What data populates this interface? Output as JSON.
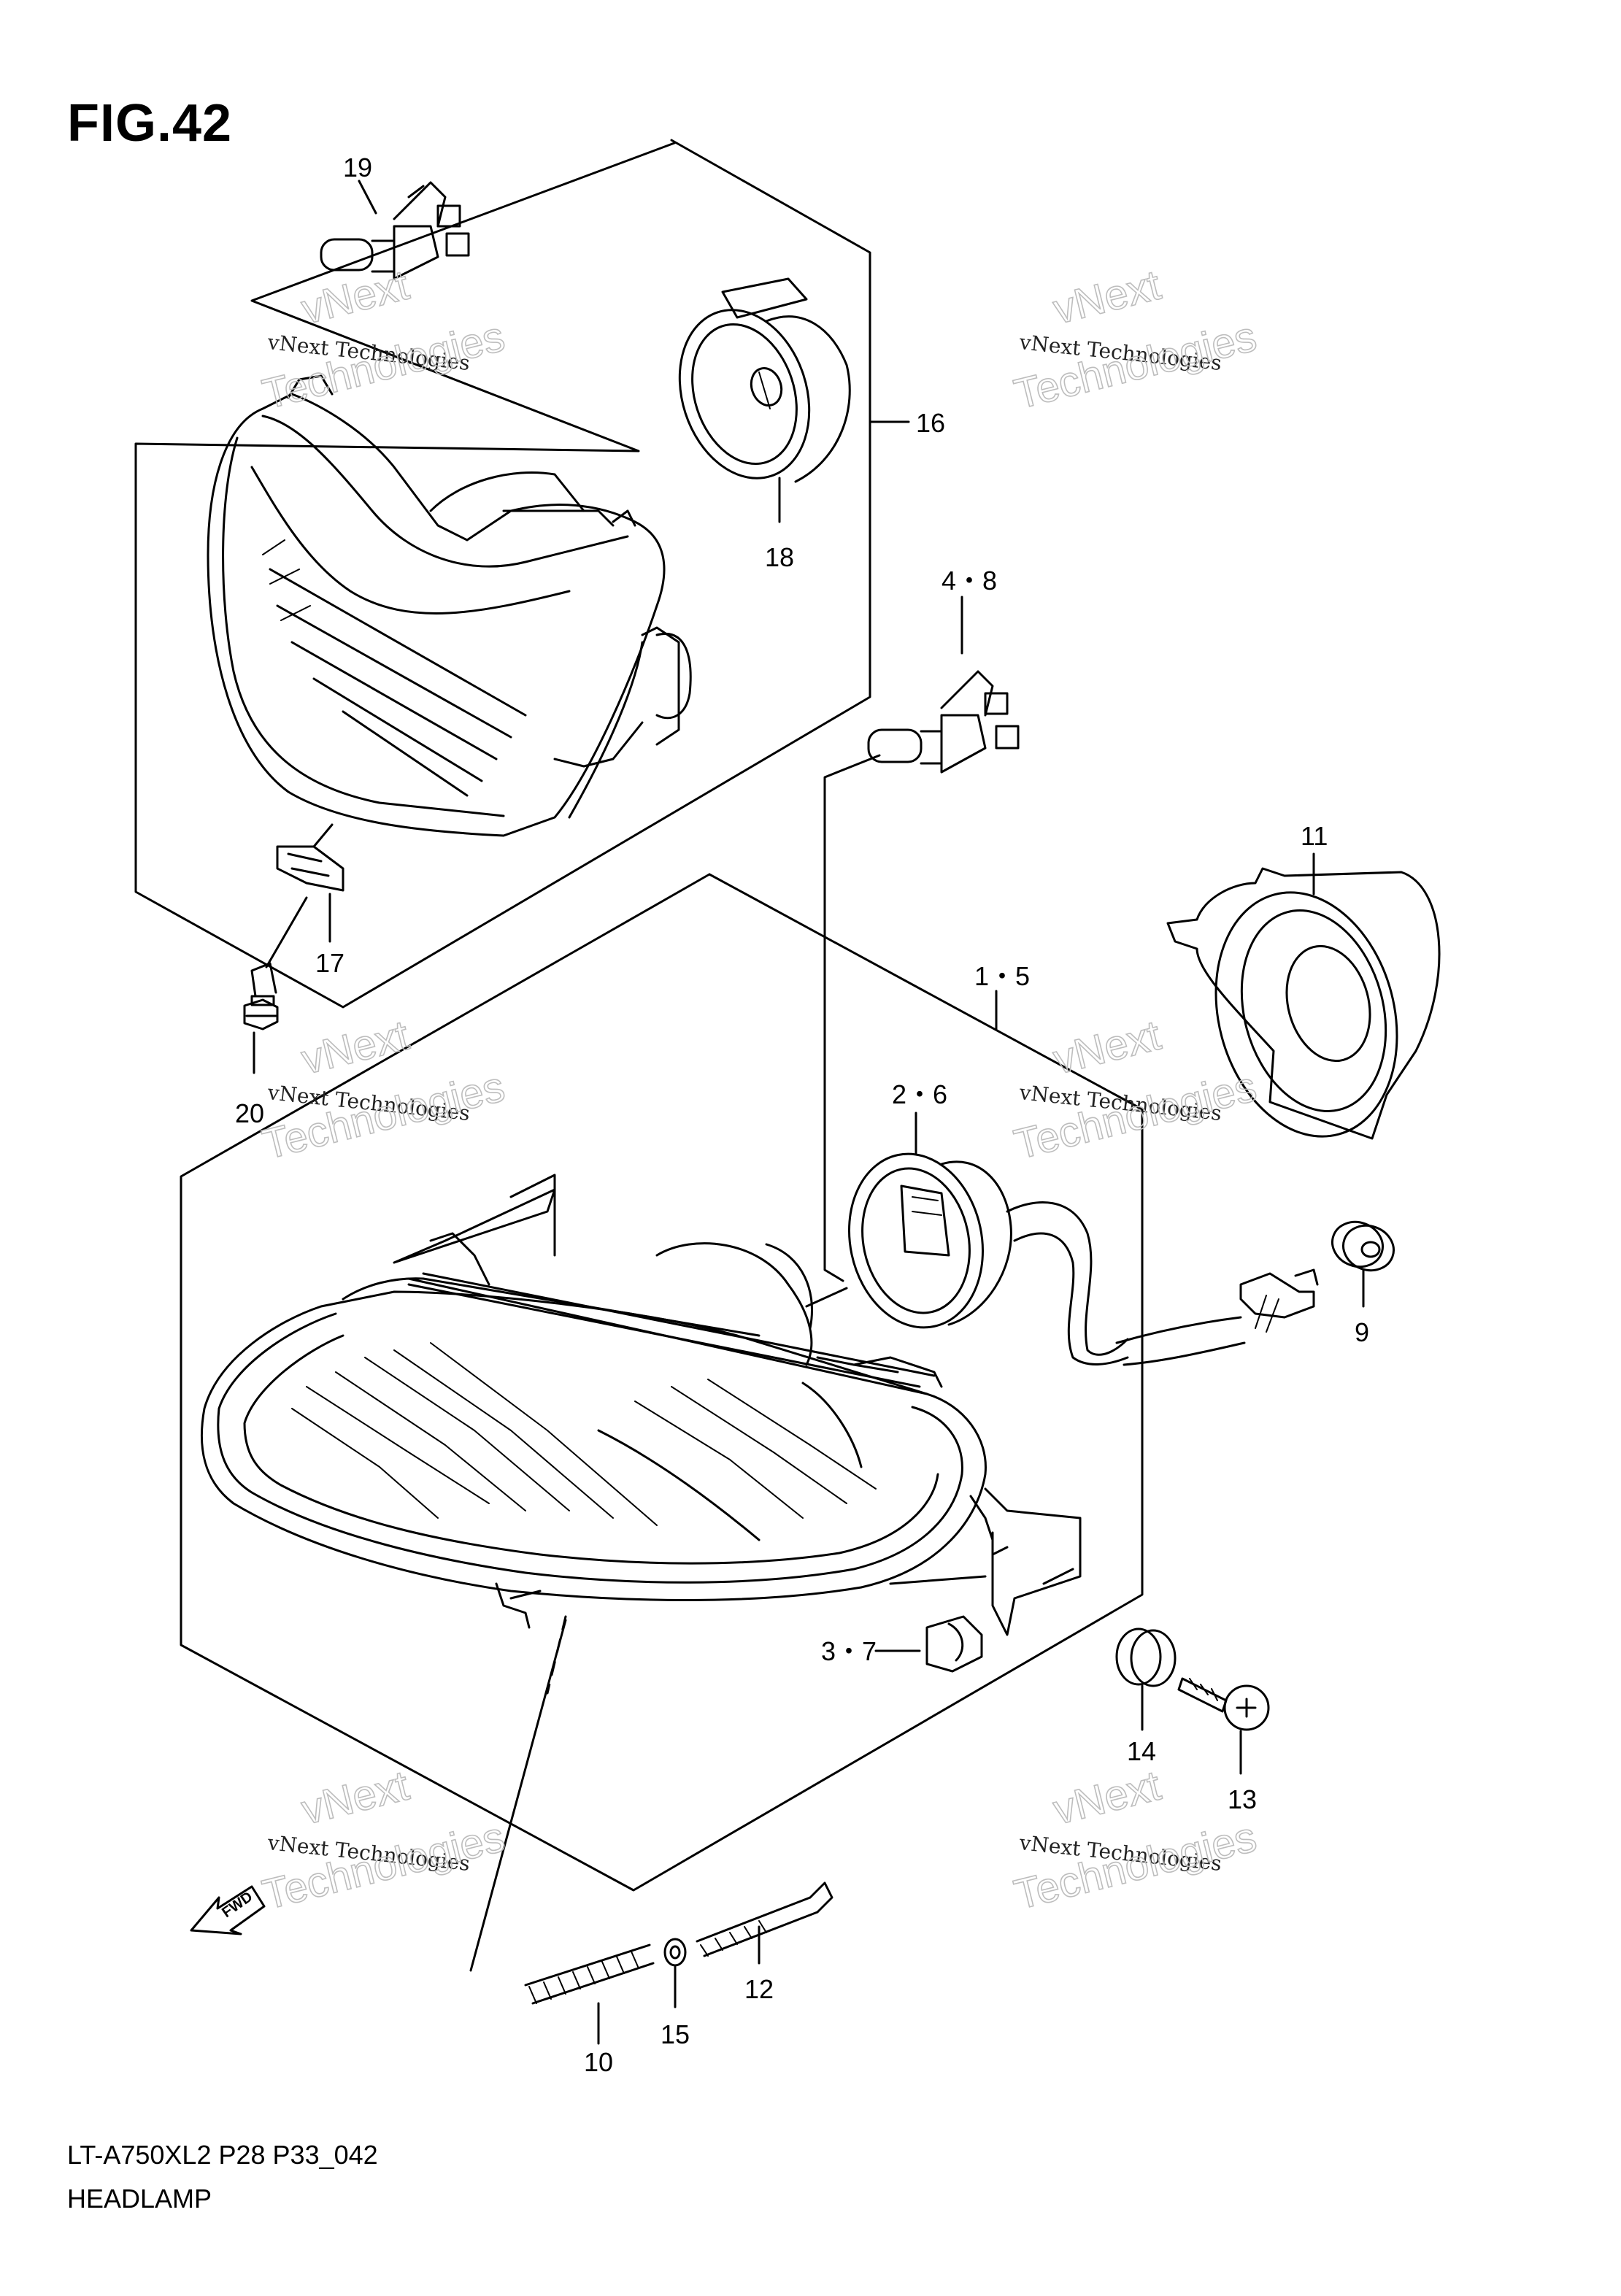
{
  "figure": {
    "title": "FIG.42",
    "model_code": "LT-A750XL2 P28 P33_042",
    "section_name": "HEADLAMP"
  },
  "callouts": [
    {
      "id": "c19",
      "text": "19"
    },
    {
      "id": "c16",
      "text": "16"
    },
    {
      "id": "c18",
      "text": "18"
    },
    {
      "id": "c4-8",
      "text": "4・8"
    },
    {
      "id": "c11",
      "text": "11"
    },
    {
      "id": "c17",
      "text": "17"
    },
    {
      "id": "c1-5",
      "text": "1・5"
    },
    {
      "id": "c20",
      "text": "20"
    },
    {
      "id": "c2-6",
      "text": "2・6"
    },
    {
      "id": "c9",
      "text": "9"
    },
    {
      "id": "c3-7",
      "text": "3・7"
    },
    {
      "id": "c14",
      "text": "14"
    },
    {
      "id": "c13",
      "text": "13"
    },
    {
      "id": "c12",
      "text": "12"
    },
    {
      "id": "c15",
      "text": "15"
    },
    {
      "id": "c10",
      "text": "10"
    }
  ],
  "watermarks": [
    {
      "line1": "vNext Technologies",
      "line2": "vNext",
      "line3": "Technologies"
    },
    {
      "line1": "vNext Technologies",
      "line2": "vNext",
      "line3": "Technologies"
    },
    {
      "line1": "vNext Technologies",
      "line2": "vNext",
      "line3": "Technologies"
    },
    {
      "line1": "vNext Technologies",
      "line2": "vNext",
      "line3": "Technologies"
    },
    {
      "line1": "vNext Technologies",
      "line2": "vNext",
      "line3": "Technologies"
    },
    {
      "line1": "vNext Technologies",
      "line2": "vNext",
      "line3": "Technologies"
    }
  ],
  "fwd_arrow_text": "FWD"
}
